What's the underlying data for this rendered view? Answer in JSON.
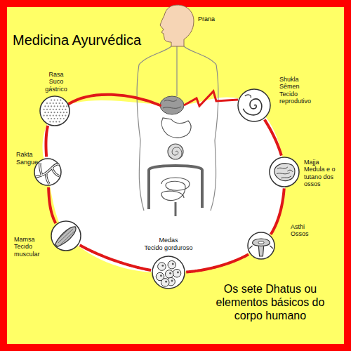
{
  "diagram": {
    "title": "Medicina Ayurvédica",
    "caption": "Os sete Dhatus ou elementos básicos do corpo humano",
    "nodes": [
      {
        "text": [
          "Rasa",
          "Suco gástrico"
        ]
      },
      {
        "text": [
          "Rakta",
          "Sangue"
        ]
      },
      {
        "text": [
          "Mamsa",
          "Tecido muscular"
        ]
      },
      {
        "text": [
          "Medas",
          "Tecido gorduroso"
        ]
      },
      {
        "text": [
          "Asthi",
          "Ossos"
        ]
      },
      {
        "text": [
          "Majja",
          "Medula e o tutano dos ossos"
        ]
      },
      {
        "text": [
          "Shukla",
          "Sêmen",
          "Tecido reprodutivo"
        ]
      }
    ],
    "edges": [
      {
        "from": 0,
        "to": 1,
        "arrow": "none"
      },
      {
        "from": 1,
        "to": 2,
        "arrow": "none"
      },
      {
        "from": 2,
        "to": 3,
        "arrow": "none"
      },
      {
        "from": 3,
        "to": 4,
        "arrow": "none"
      },
      {
        "from": 4,
        "to": 5,
        "arrow": "none"
      },
      {
        "from": 5,
        "to": 6,
        "arrow": "none"
      }
    ],
    "labels": [
      "Prana"
    ]
  }
}
